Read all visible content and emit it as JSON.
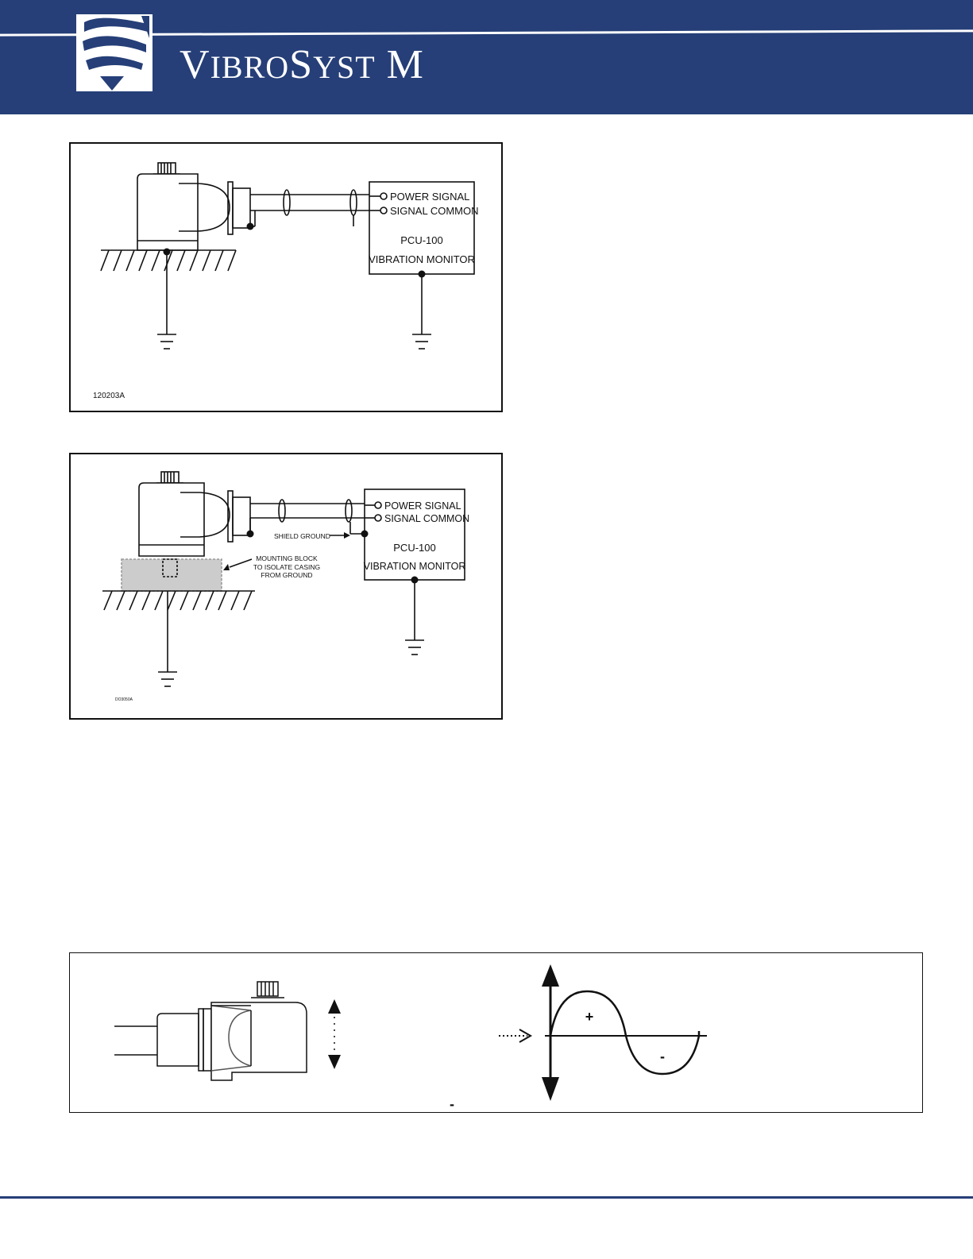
{
  "header": {
    "brand_big_1": "V",
    "brand_small_1": "IBRO",
    "brand_big_2": "S",
    "brand_small_2": "YST",
    "brand_big_3": "M",
    "header_color": "#263f78"
  },
  "figure1": {
    "power_signal": "POWER  SIGNAL",
    "signal_common": "SIGNAL  COMMON",
    "unit": "PCU-100",
    "monitor": "VIBRATION  MONITOR",
    "code": "120203A"
  },
  "figure2": {
    "power_signal": "POWER  SIGNAL",
    "signal_common": "SIGNAL  COMMON",
    "unit": "PCU-100",
    "monitor": "VIBRATION  MONITOR",
    "shield_ground": "SHIELD GROUND",
    "mounting_1": "MOUNTING BLOCK",
    "mounting_2": "TO ISOLATE CASING",
    "mounting_3": "FROM GROUND",
    "code": "DO3050A"
  },
  "figure3": {
    "plus": "+",
    "minus": "-",
    "minus_below": "-"
  }
}
